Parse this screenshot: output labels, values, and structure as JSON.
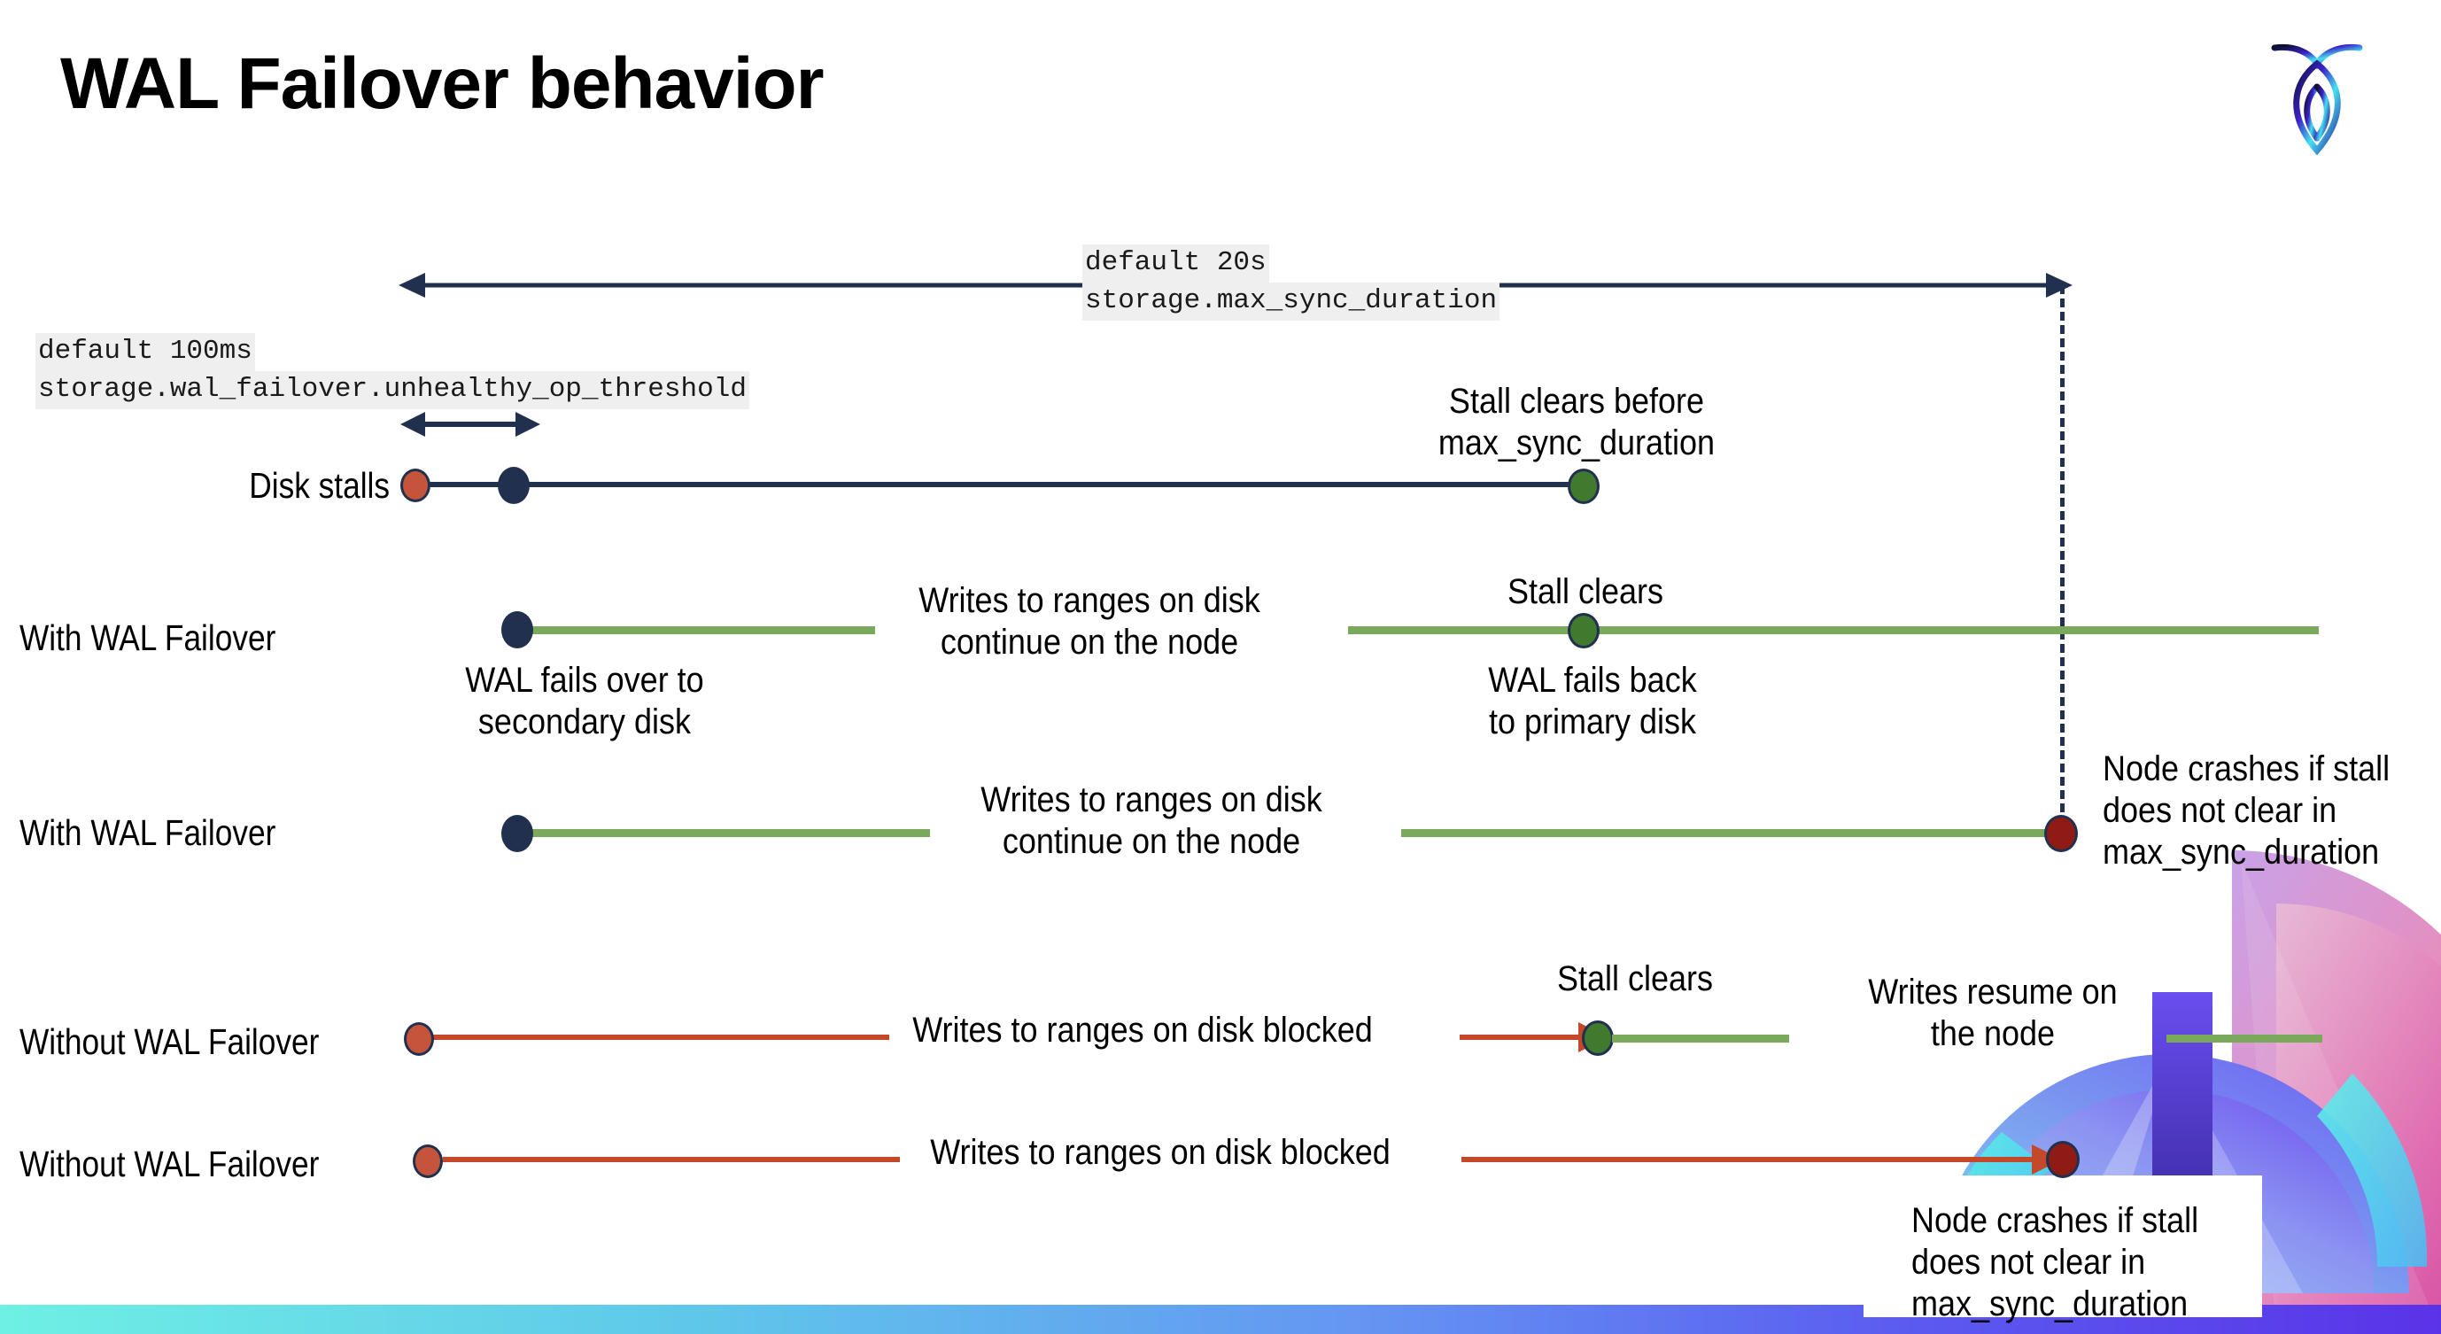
{
  "slide": {
    "title": "WAL Failover behavior",
    "logo": "cockroach-logo"
  },
  "settings": [
    {
      "name": "max-sync-duration",
      "default_label": "default 20s",
      "setting_label": "storage.max_sync_duration"
    },
    {
      "name": "unhealthy-op-threshold",
      "default_label": "default 100ms",
      "setting_label": "storage.wal_failover.unhealthy_op_threshold"
    }
  ],
  "rows": [
    {
      "id": "disk-stalls",
      "label": "Disk stalls",
      "notes": [
        "Stall clears before\nmax_sync_duration"
      ]
    },
    {
      "id": "with-wal-failover-1",
      "label": "With WAL Failover",
      "notes": [
        "Writes to ranges on disk\ncontinue on the node",
        "Stall clears",
        "WAL fails over to\nsecondary disk",
        "WAL fails  back\nto primary disk"
      ]
    },
    {
      "id": "with-wal-failover-2",
      "label": "With WAL Failover",
      "notes": [
        "Writes to ranges on disk\ncontinue on the node",
        "Node crashes if stall\ndoes not clear in\nmax_sync_duration"
      ]
    },
    {
      "id": "without-wal-failover-1",
      "label": "Without WAL Failover",
      "notes": [
        "Writes to ranges on disk  blocked",
        "Stall clears",
        "Writes resume on\nthe node"
      ]
    },
    {
      "id": "without-wal-failover-2",
      "label": "Without WAL Failover",
      "notes": [
        "Writes to ranges on disk  blocked",
        "Node crashes if stall\ndoes not clear in\nmax_sync_duration"
      ]
    }
  ],
  "colors": {
    "navy": "#22304f",
    "green_line": "#7aa95c",
    "red_line": "#c4492a",
    "dot_orange": "#c4553a",
    "dot_green": "#3f7a2e",
    "dot_darkred": "#8e1c14",
    "code_bg": "#efefef",
    "bar_start": "#6ef0e4",
    "bar_end": "#5a33e8"
  }
}
